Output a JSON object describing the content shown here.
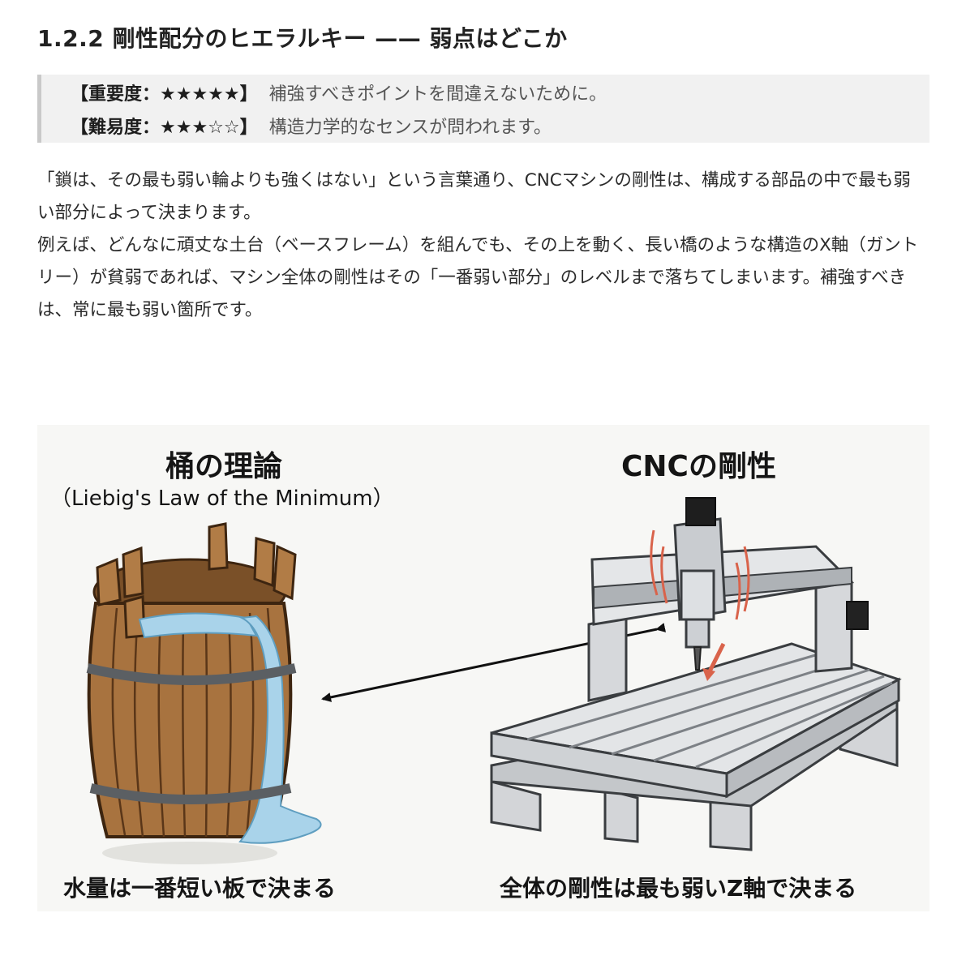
{
  "heading": "1.2.2 剛性配分のヒエラルキー —— 弱点はどこか",
  "ratings": [
    {
      "label": "【重要度：★★★★★】",
      "description": "補強すべきポイントを間違えないために。"
    },
    {
      "label": "【難易度：★★★☆☆】",
      "description": "構造力学的なセンスが問われます。"
    }
  ],
  "paragraphs": [
    "「鎖は、その最も弱い輪よりも強くはない」という言葉通り、CNCマシンの剛性は、構成する部品の中で最も弱い部分によって決まります。",
    "例えば、どんなに頑丈な土台（ベースフレーム）を組んでも、その上を動く、長い橋のような構造のX軸（ガントリー）が貧弱であれば、マシン全体の剛性はその「一番弱い部分」のレベルまで落ちてしまいます。補強すべきは、常に最も弱い箇所です。"
  ],
  "figure": {
    "left_title": "桶の理論",
    "left_subtitle": "（Liebig's Law of the Minimum）",
    "left_caption": "水量は一番短い板で決まる",
    "right_title": "CNCの剛性",
    "right_caption": "全体の剛性は最も弱いZ軸で決まる"
  },
  "colors": {
    "wood": "#a8733f",
    "wood_dark": "#6b4420",
    "water": "#a9d3ea",
    "metal": "#c9cccf",
    "ribbon_bg": "#f1f1f1"
  }
}
